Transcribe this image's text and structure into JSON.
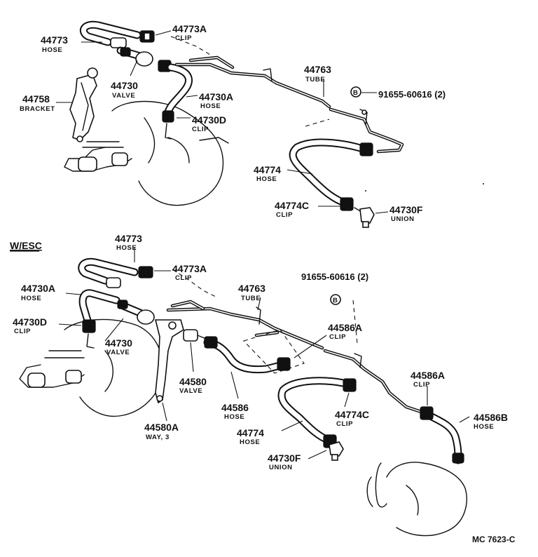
{
  "section_labels": {
    "with_esc": "W/ESC"
  },
  "footer": {
    "code": "MC 7623-C"
  },
  "callouts_top": [
    {
      "id": "t-44773",
      "number": "44773",
      "name": "HOSE"
    },
    {
      "id": "t-44773a",
      "number": "44773A",
      "name": "CLIP"
    },
    {
      "id": "t-44730",
      "number": "44730",
      "name": "VALVE"
    },
    {
      "id": "t-44758",
      "number": "44758",
      "name": "BRACKET"
    },
    {
      "id": "t-44730a",
      "number": "44730A",
      "name": "HOSE"
    },
    {
      "id": "t-44730d",
      "number": "44730D",
      "name": "CLIP"
    },
    {
      "id": "t-44763",
      "number": "44763",
      "name": "TUBE"
    },
    {
      "id": "t-91655",
      "number": "91655-60616 (2)",
      "name": ""
    },
    {
      "id": "t-44774",
      "number": "44774",
      "name": "HOSE"
    },
    {
      "id": "t-44774c",
      "number": "44774C",
      "name": "CLIP"
    },
    {
      "id": "t-44730f",
      "number": "44730F",
      "name": "UNION"
    }
  ],
  "callouts_bottom": [
    {
      "id": "b-44773",
      "number": "44773",
      "name": "HOSE"
    },
    {
      "id": "b-44773a",
      "number": "44773A",
      "name": "CLIP"
    },
    {
      "id": "b-44730a",
      "number": "44730A",
      "name": "HOSE"
    },
    {
      "id": "b-44730d",
      "number": "44730D",
      "name": "CLIP"
    },
    {
      "id": "b-44730",
      "number": "44730",
      "name": "VALVE"
    },
    {
      "id": "b-44763",
      "number": "44763",
      "name": "TUBE"
    },
    {
      "id": "b-91655",
      "number": "91655-60616 (2)",
      "name": ""
    },
    {
      "id": "b-44586a1",
      "number": "44586A",
      "name": "CLIP"
    },
    {
      "id": "b-44580",
      "number": "44580",
      "name": "VALVE"
    },
    {
      "id": "b-44586",
      "number": "44586",
      "name": "HOSE"
    },
    {
      "id": "b-44580a",
      "number": "44580A",
      "name": "WAY, 3"
    },
    {
      "id": "b-44586a2",
      "number": "44586A",
      "name": "CLIP"
    },
    {
      "id": "b-44774c",
      "number": "44774C",
      "name": "CLIP"
    },
    {
      "id": "b-44586b",
      "number": "44586B",
      "name": "HOSE"
    },
    {
      "id": "b-44774",
      "number": "44774",
      "name": "HOSE"
    },
    {
      "id": "b-44730f",
      "number": "44730F",
      "name": "UNION"
    }
  ],
  "bolt_marker": "B"
}
